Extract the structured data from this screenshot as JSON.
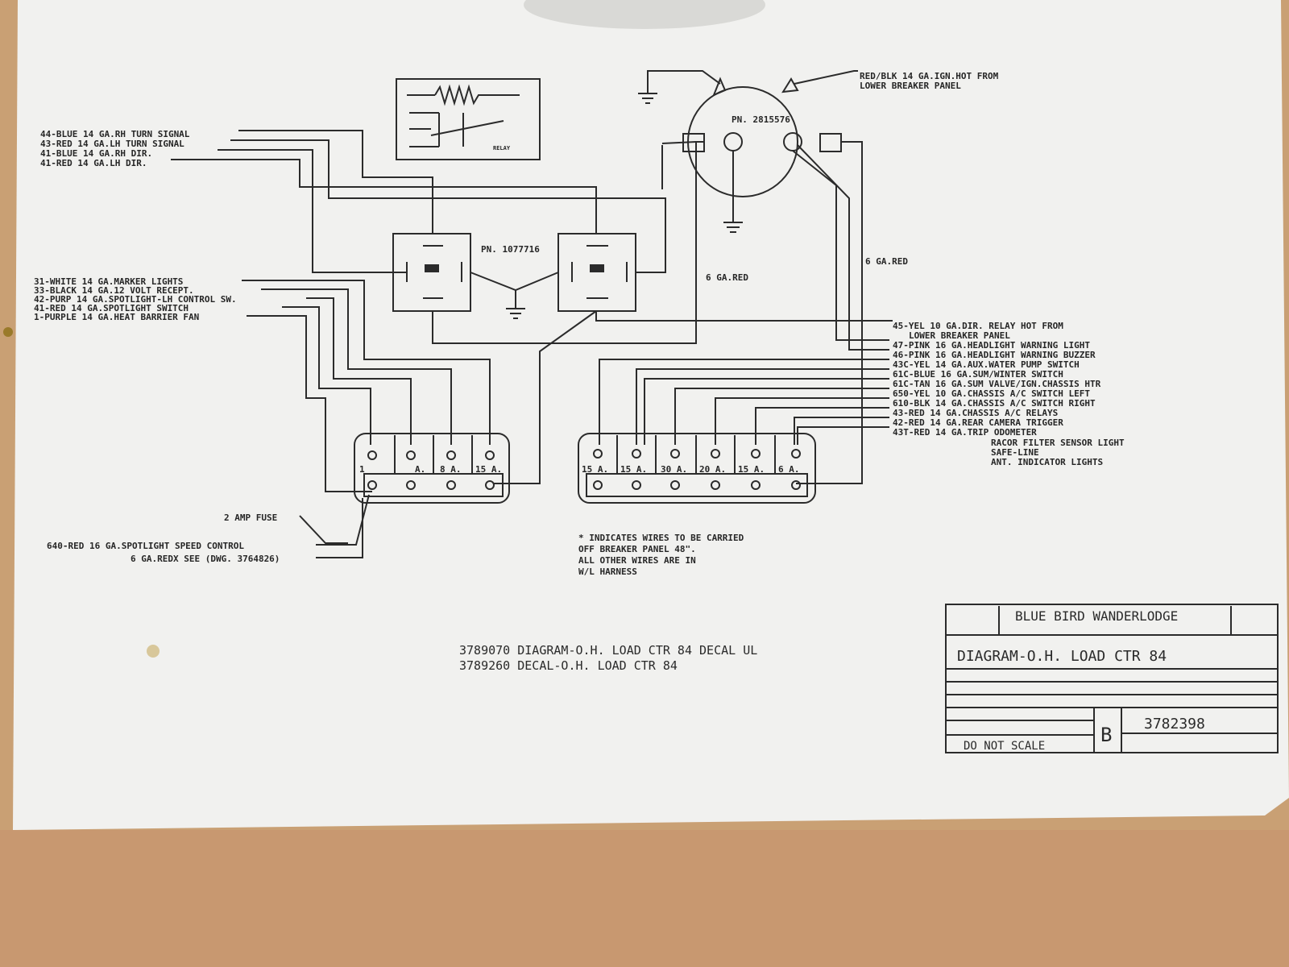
{
  "relay": {
    "part_no": "PN. 1077716",
    "small_label": "RELAY"
  },
  "flasher": {
    "part_no": "PN. 2815576"
  },
  "left_wires": [
    "44-BLUE 14 GA.RH TURN SIGNAL",
    "43-RED 14 GA.LH TURN SIGNAL",
    "41-BLUE 14 GA.RH DIR.",
    "41-RED 14 GA.LH DIR."
  ],
  "mid_left_wires": [
    "31-WHITE 14 GA.MARKER LIGHTS",
    "33-BLACK 14 GA.12 VOLT RECEPT.",
    "42-PURP 14 GA.SPOTLIGHT-LH CONTROL SW.",
    "41-RED 14 GA.SPOTLIGHT SWITCH",
    "1-PURPLE 14 GA.HEAT BARRIER FAN"
  ],
  "top_right_note": [
    "RED/BLK 14 GA.IGN.HOT FROM",
    "LOWER BREAKER PANEL"
  ],
  "six_ga_red": "6 GA.RED",
  "right_wires": [
    "45-YEL 10 GA.DIR. RELAY HOT FROM",
    "LOWER BREAKER PANEL",
    "47-PINK 16 GA.HEADLIGHT WARNING LIGHT",
    "46-PINK 16 GA.HEADLIGHT WARNING BUZZER",
    "43C-YEL 14 GA.AUX.WATER PUMP SWITCH",
    "61C-BLUE 16 GA.SUM/WINTER SWITCH",
    "61C-TAN 16 GA.SUM VALVE/IGN.CHASSIS HTR",
    "650-YEL 10 GA.CHASSIS A/C SWITCH LEFT",
    "610-BLK 14 GA.CHASSIS A/C SWITCH RIGHT",
    "43-RED 14 GA.CHASSIS A/C RELAYS",
    "42-RED 14 GA.REAR CAMERA TRIGGER",
    "43T-RED 14 GA.TRIP ODOMETER",
    "RACOR FILTER SENSOR LIGHT",
    "SAFE-LINE",
    "ANT. INDICATOR LIGHTS"
  ],
  "left_panel_amps": [
    "1",
    "A.",
    "8 A.",
    "15 A."
  ],
  "right_panel_amps": [
    "15 A.",
    "15 A.",
    "30 A.",
    "20 A.",
    "15 A.",
    "6 A."
  ],
  "fuse_label": "2 AMP FUSE",
  "bottom_left_wires": [
    "640-RED 16 GA.SPOTLIGHT SPEED CONTROL",
    "6 GA.REDX SEE (DWG. 3764826)"
  ],
  "note": [
    "* INDICATES WIRES TO BE CARRIED",
    "OFF BREAKER PANEL 48\".",
    "ALL OTHER WIRES ARE IN",
    "W/L HARNESS"
  ],
  "decals": [
    "3789070 DIAGRAM-O.H. LOAD CTR 84 DECAL UL",
    "3789260 DECAL-O.H. LOAD CTR 84"
  ],
  "title_block": {
    "company": "BLUE BIRD WANDERLODGE",
    "title": "DIAGRAM-O.H. LOAD CTR 84",
    "size": "B",
    "dwg_no": "3782398",
    "do_not_scale": "DO NOT SCALE"
  },
  "colors": {
    "paper": "#f1f1ef",
    "ink": "#2b2b2b",
    "table": "#c9a074"
  }
}
